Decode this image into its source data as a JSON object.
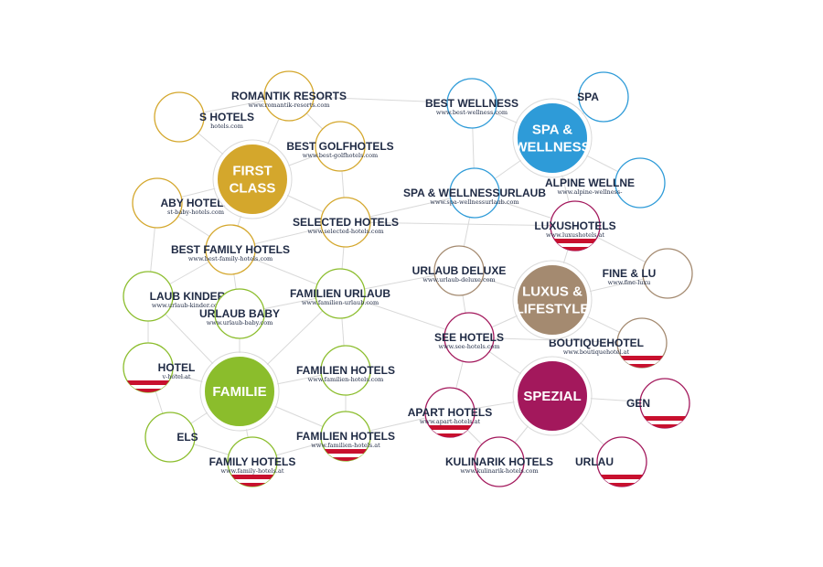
{
  "colors": {
    "gold": "#d4a72c",
    "blue": "#2e9bd8",
    "taupe": "#a48a70",
    "green": "#8bbd2c",
    "magenta": "#a3185c",
    "edge": "#d9d9d9",
    "text": "#1f2a44",
    "flag_red": "#c8102e"
  },
  "hubs": [
    {
      "id": "first-class",
      "lines": [
        "FIRST",
        "CLASS"
      ],
      "color": "gold"
    },
    {
      "id": "spa-wellness",
      "lines": [
        "SPA &",
        "WELLNESS"
      ],
      "color": "blue"
    },
    {
      "id": "luxus-lifestyle",
      "lines": [
        "LUXUS &",
        "LIFESTYLE"
      ],
      "color": "taupe"
    },
    {
      "id": "familie",
      "lines": [
        "FAMILIE"
      ],
      "color": "green"
    },
    {
      "id": "spezial",
      "lines": [
        "SPEZIAL"
      ],
      "color": "magenta"
    }
  ],
  "nodes": [
    {
      "id": "romantik-resorts",
      "label": "ROMANTIK RESORTS",
      "url": "www.romantik-resorts.com",
      "color": "gold"
    },
    {
      "id": "hotels-left",
      "label": "S HOTELS",
      "url": "hotels.com",
      "color": "gold"
    },
    {
      "id": "best-golfhotels",
      "label": "BEST GOLFHOTELS",
      "url": "www.best-golfhotels.com",
      "color": "gold"
    },
    {
      "id": "baby-hotels",
      "label": "ABY HOTELS",
      "url": "st-baby-hotels.com",
      "color": "gold"
    },
    {
      "id": "selected-hotels",
      "label": "SELECTED HOTELS",
      "url": "www.selected-hotels.com",
      "color": "gold"
    },
    {
      "id": "best-family-hotels",
      "label": "BEST FAMILY HOTELS",
      "url": "www.best-family-hotels.com",
      "color": "gold"
    },
    {
      "id": "best-wellness",
      "label": "BEST WELLNESS",
      "url": "www.best-wellness.com",
      "color": "blue"
    },
    {
      "id": "spa-top-right",
      "label": "SPA",
      "url": "",
      "color": "blue"
    },
    {
      "id": "spa-wellnessurlaub",
      "label": "SPA & WELLNESSURLAUB",
      "url": "www.spa-wellnessurlaub.com",
      "color": "blue"
    },
    {
      "id": "alpine-wellness",
      "label": "ALPINE WELLNE",
      "url": "www.alpine-wellness-",
      "color": "blue"
    },
    {
      "id": "luxushotels",
      "label": "LUXUSHOTELS",
      "url": "www.luxushotels.at",
      "color": "magenta",
      "flag": true
    },
    {
      "id": "urlaub-deluxe",
      "label": "URLAUB DELUXE",
      "url": "www.urlaub-deluxe.com",
      "color": "taupe"
    },
    {
      "id": "fine-luxus",
      "label": "FINE & LU",
      "url": "www.fine-luxu",
      "color": "taupe"
    },
    {
      "id": "boutiquehotels",
      "label": "BOUTIQUEHOTEL",
      "url": "www.boutiquehotel.at",
      "color": "taupe",
      "flag": true
    },
    {
      "id": "urlaub-kinder",
      "label": "LAUB KINDER",
      "url": "www.urlaub-kinder.com",
      "color": "green"
    },
    {
      "id": "urlaub-baby",
      "label": "URLAUB BABY",
      "url": "www.urlaub-baby.com",
      "color": "green"
    },
    {
      "id": "familien-urlaub",
      "label": "FAMILIEN URLAUB",
      "url": "www.familien-urlaub.com",
      "color": "green"
    },
    {
      "id": "hotel-left",
      "label": "HOTEL",
      "url": "v-hotel.at",
      "color": "green",
      "flag": true
    },
    {
      "id": "familien-hotels-com",
      "label": "FAMILIEN HOTELS",
      "url": "www.familien-hotels.com",
      "color": "green"
    },
    {
      "id": "els-left",
      "label": "ELS",
      "url": "",
      "color": "green"
    },
    {
      "id": "familien-hotels-at",
      "label": "FAMILIEN HOTELS",
      "url": "www.familien-hotels.at",
      "color": "green",
      "flag": true
    },
    {
      "id": "family-hotels",
      "label": "FAMILY HOTELS",
      "url": "www.family-hotels.at",
      "color": "green",
      "flag": true
    },
    {
      "id": "see-hotels",
      "label": "SEE HOTELS",
      "url": "www.see-hotels.com",
      "color": "magenta"
    },
    {
      "id": "apart-hotels",
      "label": "APART HOTELS",
      "url": "www.apart-hotels.at",
      "color": "magenta",
      "flag": true
    },
    {
      "id": "kulinarik-hotels",
      "label": "KULINARIK HOTELS",
      "url": "www.kulinarik-hotels.com",
      "color": "magenta"
    },
    {
      "id": "gen-right",
      "label": "GEN",
      "url": "",
      "color": "magenta",
      "flag": true
    },
    {
      "id": "urlau-right",
      "label": "URLAU",
      "url": "",
      "color": "magenta",
      "flag": true
    }
  ],
  "edges": [
    [
      "first-class",
      "romantik-resorts"
    ],
    [
      "first-class",
      "hotels-left"
    ],
    [
      "first-class",
      "best-golfhotels"
    ],
    [
      "first-class",
      "baby-hotels"
    ],
    [
      "first-class",
      "selected-hotels"
    ],
    [
      "first-class",
      "best-family-hotels"
    ],
    [
      "romantik-resorts",
      "best-wellness"
    ],
    [
      "romantik-resorts",
      "hotels-left"
    ],
    [
      "romantik-resorts",
      "best-golfhotels"
    ],
    [
      "best-golfhotels",
      "selected-hotels"
    ],
    [
      "selected-hotels",
      "spa-wellnessurlaub"
    ],
    [
      "selected-hotels",
      "luxushotels"
    ],
    [
      "selected-hotels",
      "familien-urlaub"
    ],
    [
      "selected-hotels",
      "best-family-hotels"
    ],
    [
      "best-family-hotels",
      "baby-hotels"
    ],
    [
      "best-family-hotels",
      "familien-urlaub"
    ],
    [
      "best-family-hotels",
      "urlaub-kinder"
    ],
    [
      "best-family-hotels",
      "urlaub-baby"
    ],
    [
      "best-wellness",
      "spa-wellness"
    ],
    [
      "best-wellness",
      "spa-wellnessurlaub"
    ],
    [
      "spa-wellness",
      "spa-top-right"
    ],
    [
      "spa-wellness",
      "spa-wellnessurlaub"
    ],
    [
      "spa-wellness",
      "alpine-wellness"
    ],
    [
      "spa-wellness",
      "luxushotels"
    ],
    [
      "spa-wellnessurlaub",
      "luxushotels"
    ],
    [
      "spa-wellnessurlaub",
      "urlaub-deluxe"
    ],
    [
      "luxushotels",
      "luxus-lifestyle"
    ],
    [
      "luxushotels",
      "fine-luxus"
    ],
    [
      "urlaub-deluxe",
      "luxus-lifestyle"
    ],
    [
      "urlaub-deluxe",
      "see-hotels"
    ],
    [
      "urlaub-deluxe",
      "familien-urlaub"
    ],
    [
      "luxus-lifestyle",
      "fine-luxus"
    ],
    [
      "luxus-lifestyle",
      "boutiquehotels"
    ],
    [
      "luxus-lifestyle",
      "see-hotels"
    ],
    [
      "see-hotels",
      "boutiquehotels"
    ],
    [
      "see-hotels",
      "spezial"
    ],
    [
      "see-hotels",
      "apart-hotels"
    ],
    [
      "see-hotels",
      "familien-urlaub"
    ],
    [
      "spezial",
      "apart-hotels"
    ],
    [
      "spezial",
      "kulinarik-hotels"
    ],
    [
      "spezial",
      "gen-right"
    ],
    [
      "spezial",
      "urlau-right"
    ],
    [
      "apart-hotels",
      "familien-hotels-at"
    ],
    [
      "apart-hotels",
      "kulinarik-hotels"
    ],
    [
      "familie",
      "urlaub-kinder"
    ],
    [
      "familie",
      "urlaub-baby"
    ],
    [
      "familie",
      "familien-urlaub"
    ],
    [
      "familie",
      "hotel-left"
    ],
    [
      "familie",
      "familien-hotels-com"
    ],
    [
      "familie",
      "els-left"
    ],
    [
      "familie",
      "family-hotels"
    ],
    [
      "familie",
      "familien-hotels-at"
    ],
    [
      "familien-urlaub",
      "familien-hotels-com"
    ],
    [
      "familien-urlaub",
      "urlaub-baby"
    ],
    [
      "familien-hotels-com",
      "familien-hotels-at"
    ],
    [
      "family-hotels",
      "familien-hotels-at"
    ],
    [
      "urlaub-kinder",
      "hotel-left"
    ],
    [
      "baby-hotels",
      "urlaub-kinder"
    ],
    [
      "hotel-left",
      "els-left"
    ],
    [
      "els-left",
      "family-hotels"
    ]
  ]
}
